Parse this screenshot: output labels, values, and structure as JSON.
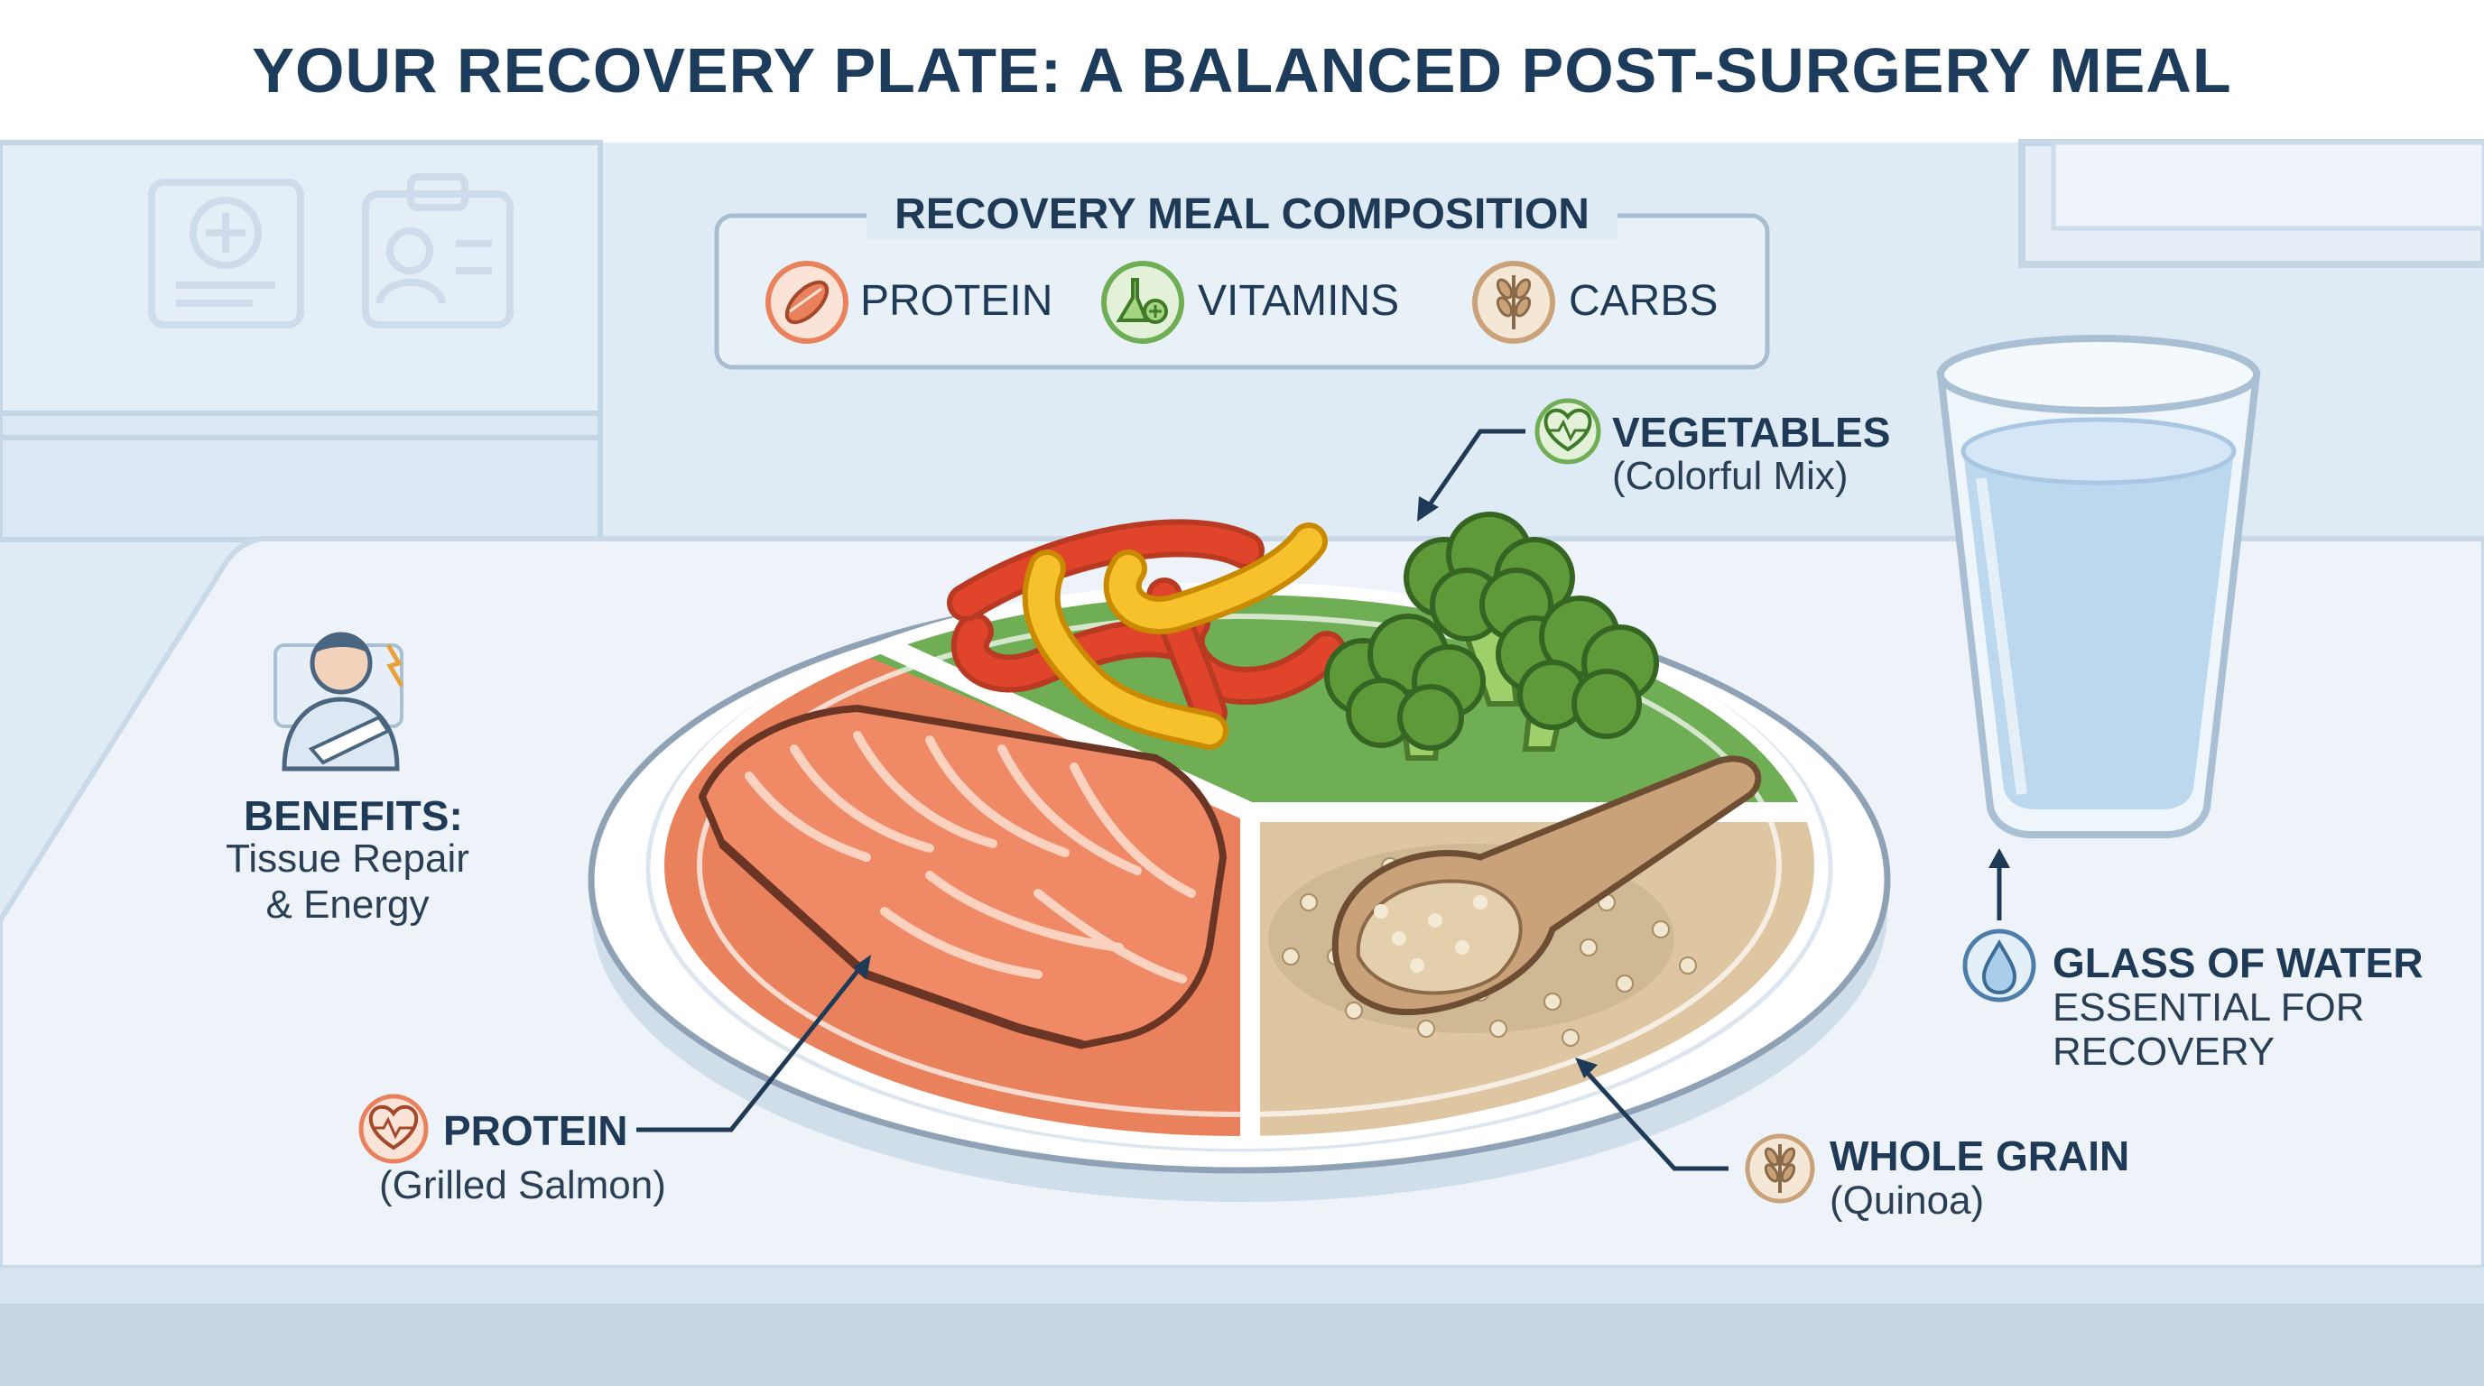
{
  "title": "YOUR RECOVERY PLATE: A BALANCED POST-SURGERY MEAL",
  "composition": {
    "heading": "RECOVERY MEAL COMPOSITION",
    "items": [
      {
        "label": "PROTEIN",
        "icon": "muscle-icon",
        "color": "#e9825c"
      },
      {
        "label": "VITAMINS",
        "icon": "flask-icon",
        "color": "#6fae54"
      },
      {
        "label": "CARBS",
        "icon": "wheat-icon",
        "color": "#c9a27a"
      }
    ]
  },
  "benefits": {
    "heading": "BENEFITS:",
    "line1": "Tissue Repair",
    "line2": "& Energy",
    "icon": "patient-icon"
  },
  "callouts": {
    "vegetables": {
      "heading": "VEGETABLES",
      "sub": "(Colorful Mix)",
      "icon": "heart-pulse-icon"
    },
    "protein": {
      "heading": "PROTEIN",
      "sub": "(Grilled Salmon)",
      "icon": "heart-pulse-icon"
    },
    "grain": {
      "heading": "WHOLE GRAIN",
      "sub": "(Quinoa)",
      "icon": "wheat-icon"
    },
    "water": {
      "heading": "GLASS OF WATER",
      "line1": "ESSENTIAL FOR",
      "line2": "RECOVERY",
      "icon": "water-drop-icon"
    }
  },
  "colors": {
    "title": "#1d3b5a",
    "protein_section": "#e9825c",
    "vegetable_section": "#6fae54",
    "grain_section": "#dfc6a2",
    "water": "#bcd8ef",
    "background": "#deebf5"
  }
}
